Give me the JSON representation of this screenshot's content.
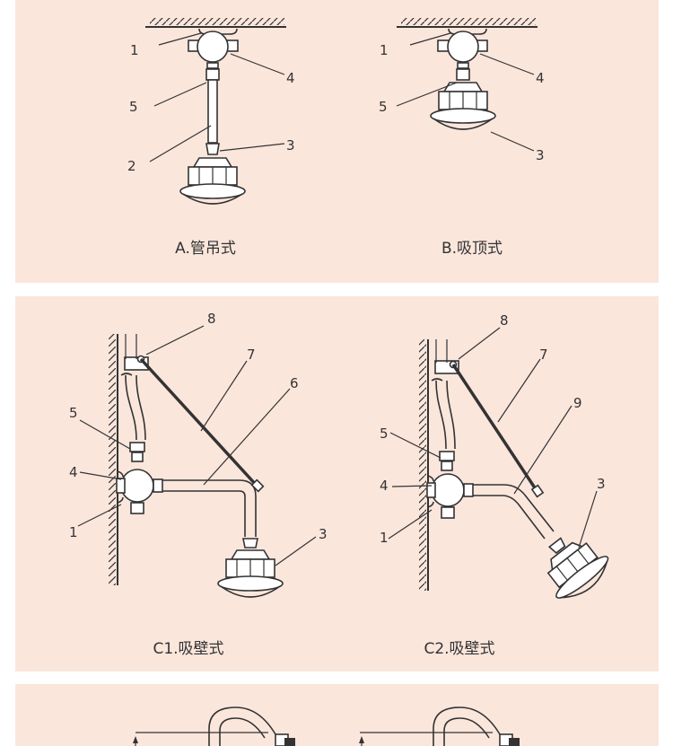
{
  "captions": {
    "a": "A.管吊式",
    "b": "B.吸顶式",
    "c1": "C1.吸壁式",
    "c2": "C2.吸壁式"
  },
  "callouts": {
    "a": [
      "1",
      "4",
      "5",
      "2",
      "3"
    ],
    "b": [
      "1",
      "4",
      "5",
      "3"
    ],
    "c1": [
      "8",
      "7",
      "6",
      "5",
      "4",
      "1",
      "3"
    ],
    "c2": [
      "8",
      "7",
      "9",
      "5",
      "4",
      "1",
      "3"
    ]
  },
  "colors": {
    "panel": "#fbe6dc",
    "line": "#333333"
  }
}
